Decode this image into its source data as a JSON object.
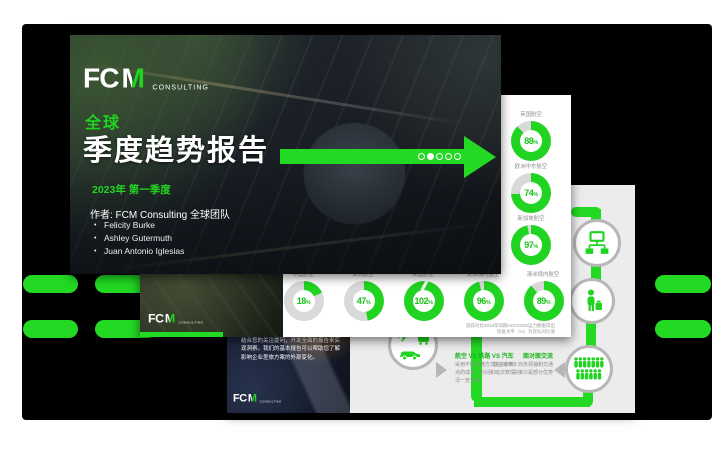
{
  "accent_green": "#23d923",
  "panel_bg": "#000000",
  "brand": {
    "name_fc": "FC",
    "name_m": "M",
    "sub": "CONSULTING"
  },
  "title_slide": {
    "kicker": "全球",
    "title": "季度趋势报告",
    "period": "2023年 第一季度",
    "authors_heading": "作者: FCM Consulting 全球团队",
    "authors": [
      "Felicity Burke",
      "Ashley Gutermuth",
      "Juan Antonio Iglesias"
    ],
    "progress": {
      "dots": 5,
      "active_index": 1
    }
  },
  "chart_data": {
    "type": "donut-grid",
    "unit": "%",
    "right_column": [
      {
        "label": "英国航空",
        "value": 88
      },
      {
        "label": "欧洲中东航空",
        "value": 74
      },
      {
        "label": "新加坡航空",
        "value": 97
      }
    ],
    "bottom_row": [
      {
        "label": "中国航空",
        "value": 18
      },
      {
        "label": "亚洲航空",
        "value": 47
      },
      {
        "label": "美国航空",
        "value": 102
      },
      {
        "label": "美洲境内航空",
        "value": 96
      },
      {
        "label": "澳洲境内航空",
        "value": 89
      }
    ],
    "footnote_lines": [
      "追踪对比2019年同期ADC/GDS运力数据得出",
      "恢复水平（%）为近似对比值"
    ]
  },
  "infographic_slide": {
    "photo_caption": "结合您的关注提问，开发全面的报告来实现洞察。我们的基本报告可以帮助您了解影响企业差旅方案的外部变化。",
    "transport_section": {
      "title": "航空 VS 铁路 VS 汽车",
      "body": "采用不同交通方式从A点到B点的成本、时间和班次数情况一览无余"
    },
    "meeting_section": {
      "title": "面对面交流",
      "body": "建立协作、商务领袖和交通决策只是部分优势"
    }
  }
}
